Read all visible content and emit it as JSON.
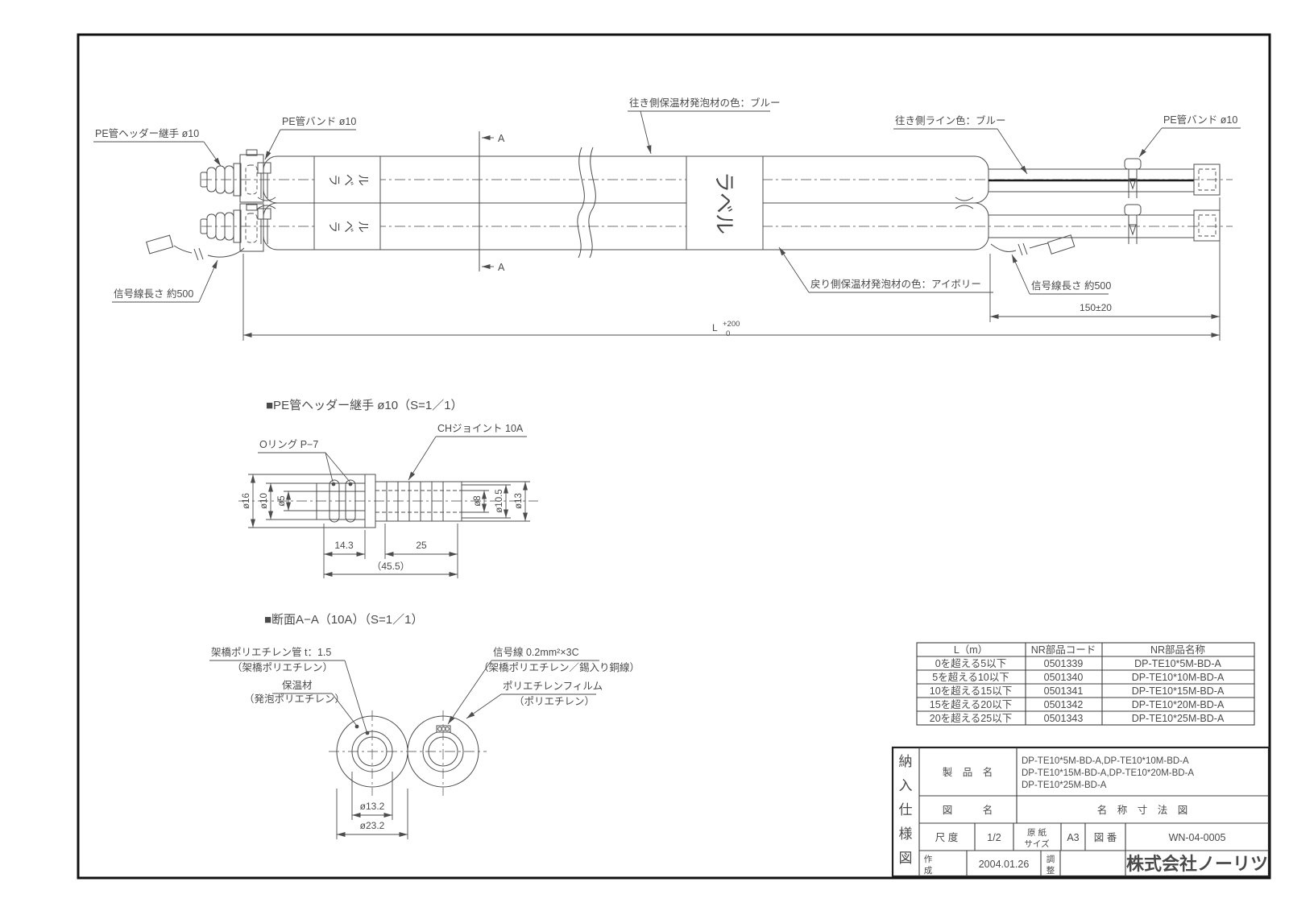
{
  "drawing": {
    "top_view": {
      "pe_header_joint_label": "PE管ヘッダー継手 ø10",
      "pe_band_label": "PE管バンド ø10",
      "supply_foam_label": "往き側保温材発泡材の色：ブルー",
      "supply_line_label": "往き側ライン色：ブルー",
      "signal_length_label": "信号線長さ 約500",
      "return_foam_label": "戻り側保温材発泡材の色：アイボリー",
      "tube_label": "ラベル",
      "section_marker": "A",
      "dim_150": "150±20",
      "dim_L": "L",
      "dim_L_tol_upper": "+200",
      "dim_L_tol_lower": "0"
    },
    "joint_detail": {
      "title": "■PE管ヘッダー継手 ø10（S=1／1）",
      "oring_label": "Oリング P−7",
      "ch_joint_label": "CHジョイント 10A",
      "dia_16": "ø16",
      "dia_10": "ø10",
      "dia_5": "ø5",
      "dia_8": "ø8",
      "dia_10_5": "ø10.5",
      "dia_13": "ø13",
      "len_14_3": "14.3",
      "len_25": "25",
      "len_total": "（45.5）"
    },
    "section_view": {
      "title": "■断面A−A（10A）（S=1／1）",
      "pex_pipe_label": "架橋ポリエチレン管 t：1.5",
      "pex_pipe_sub": "（架橋ポリエチレン）",
      "insulation_label": "保温材",
      "insulation_sub": "（発泡ポリエチレン）",
      "signal_wire_label": "信号線 0.2mm²×3C",
      "signal_wire_sub": "（架橋ポリエチレン／錫入り銅線）",
      "pe_film_label": "ポリエチレンフィルム",
      "pe_film_sub": "（ポリエチレン）",
      "dia_13_2": "ø13.2",
      "dia_23_2": "ø23.2"
    }
  },
  "parts_table": {
    "headers": [
      "L（m）",
      "NR部品コード",
      "NR部品名称"
    ],
    "rows": [
      {
        "range": "0を超える5以下",
        "code": "0501339",
        "name": "DP-TE10*5M-BD-A"
      },
      {
        "range": "5を超える10以下",
        "code": "0501340",
        "name": "DP-TE10*10M-BD-A"
      },
      {
        "range": "10を超える15以下",
        "code": "0501341",
        "name": "DP-TE10*15M-BD-A"
      },
      {
        "range": "15を超える20以下",
        "code": "0501342",
        "name": "DP-TE10*20M-BD-A"
      },
      {
        "range": "20を超える25以下",
        "code": "0501343",
        "name": "DP-TE10*25M-BD-A"
      }
    ]
  },
  "title_block": {
    "doc_type_chars": [
      "納",
      "入",
      "仕",
      "様",
      "図"
    ],
    "product_label": "製　品　名",
    "product_lines": [
      "DP-TE10*5M-BD-A,DP-TE10*10M-BD-A",
      "DP-TE10*15M-BD-A,DP-TE10*20M-BD-A",
      "DP-TE10*25M-BD-A"
    ],
    "drawing_name_label": "図　　　名",
    "drawing_name_value": "名　称　寸　法　図",
    "scale_label": "尺 度",
    "scale_value": "1/2",
    "paper_size_label_top": "原 紙",
    "paper_size_label_bottom": "サイズ",
    "paper_size_value": "A3",
    "drawing_no_label": "図 番",
    "drawing_no_value": "WN-04-0005",
    "created_label_top": "作",
    "created_label_bottom": "成",
    "created_date": "2004.01.26",
    "adjusted_label_top": "調",
    "adjusted_label_bottom": "整",
    "company_name": "株式会社ノーリツ"
  }
}
